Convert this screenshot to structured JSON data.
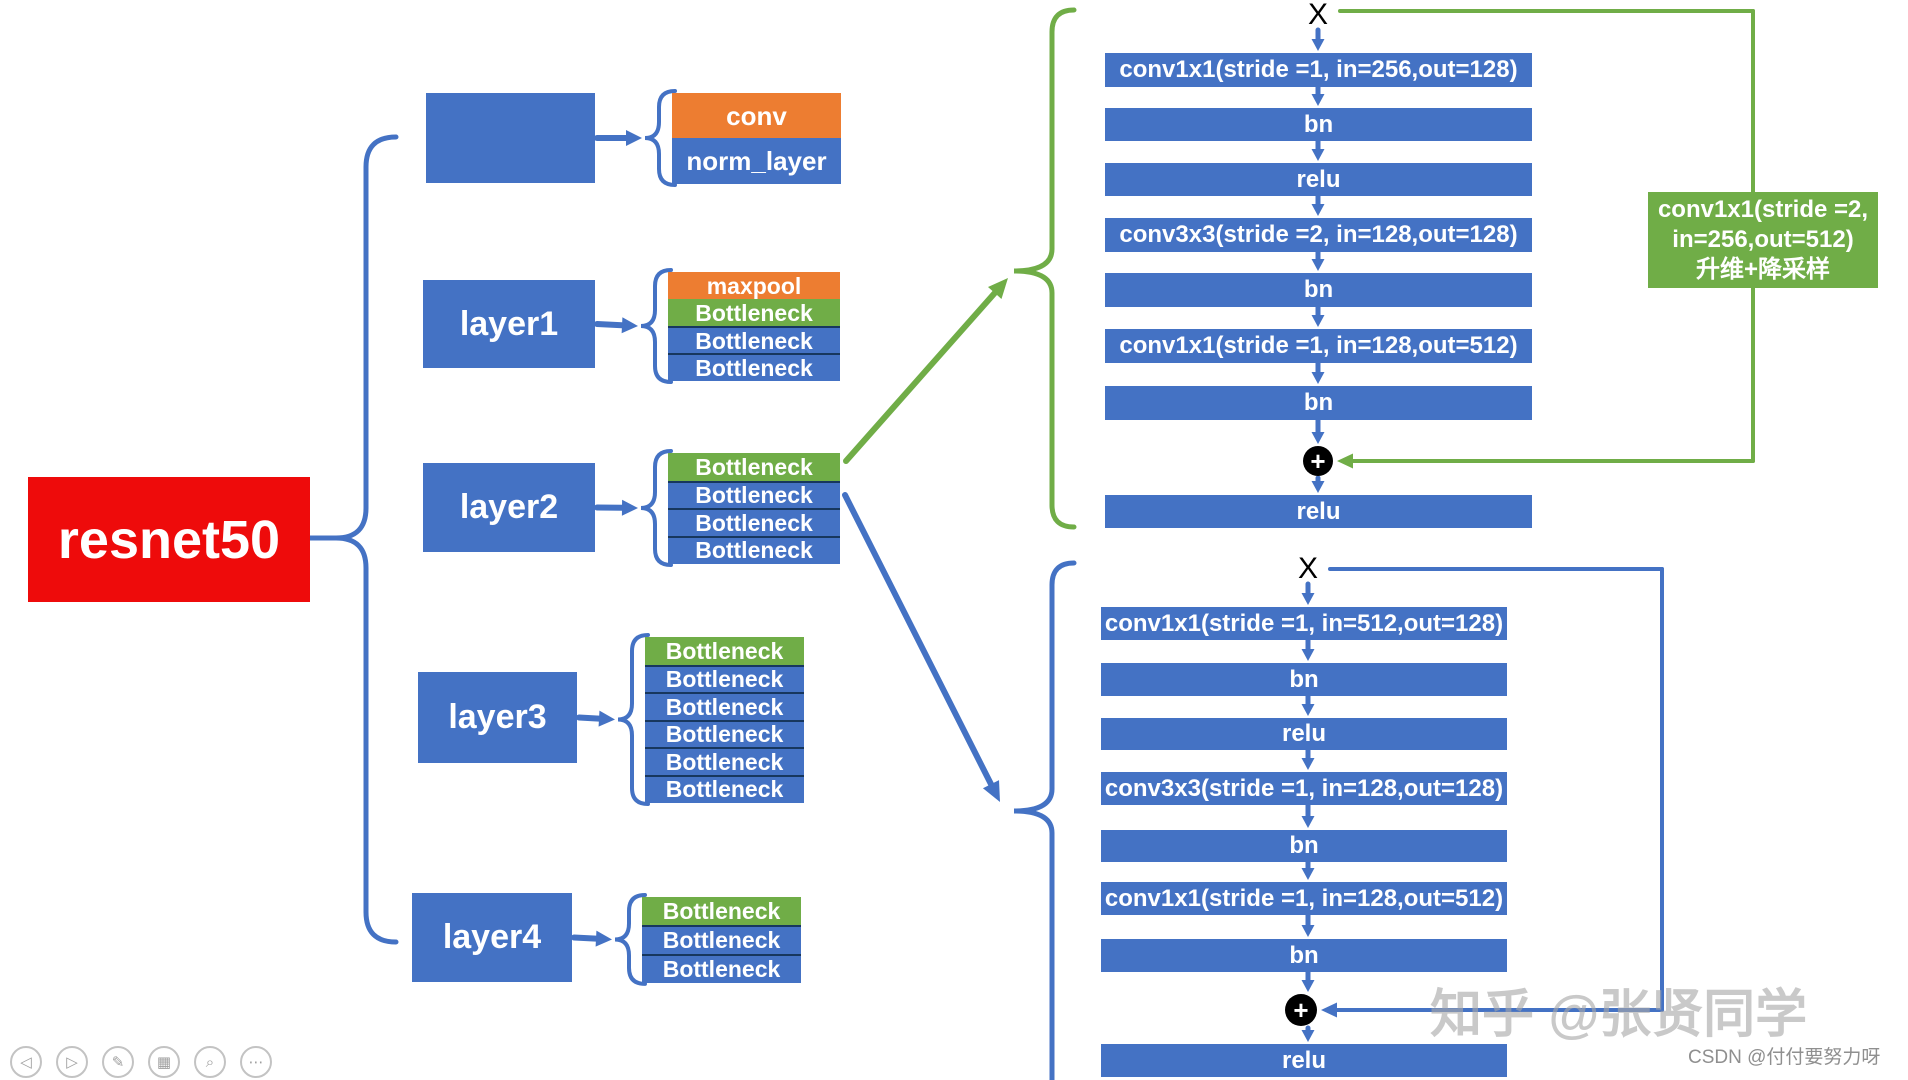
{
  "root": {
    "label": "resnet50"
  },
  "layers": [
    {
      "label": "",
      "children": [
        {
          "label": "conv",
          "color": "orange"
        },
        {
          "label": "norm_layer",
          "color": "blue"
        }
      ]
    },
    {
      "label": "layer1",
      "children": [
        {
          "label": "maxpool",
          "color": "orange"
        },
        {
          "label": "Bottleneck",
          "color": "green"
        },
        {
          "label": "Bottleneck",
          "color": "blue"
        },
        {
          "label": "Bottleneck",
          "color": "blue"
        }
      ]
    },
    {
      "label": "layer2",
      "children": [
        {
          "label": "Bottleneck",
          "color": "green"
        },
        {
          "label": "Bottleneck",
          "color": "blue"
        },
        {
          "label": "Bottleneck",
          "color": "blue"
        },
        {
          "label": "Bottleneck",
          "color": "blue"
        }
      ]
    },
    {
      "label": "layer3",
      "children": [
        {
          "label": "Bottleneck",
          "color": "green"
        },
        {
          "label": "Bottleneck",
          "color": "blue"
        },
        {
          "label": "Bottleneck",
          "color": "blue"
        },
        {
          "label": "Bottleneck",
          "color": "blue"
        },
        {
          "label": "Bottleneck",
          "color": "blue"
        },
        {
          "label": "Bottleneck",
          "color": "blue"
        }
      ]
    },
    {
      "label": "layer4",
      "children": [
        {
          "label": "Bottleneck",
          "color": "green"
        },
        {
          "label": "Bottleneck",
          "color": "blue"
        },
        {
          "label": "Bottleneck",
          "color": "blue"
        }
      ]
    }
  ],
  "downsample_block": {
    "input": "X",
    "steps": [
      "conv1x1(stride =1, in=256,out=128)",
      "bn",
      "relu",
      "conv3x3(stride =2, in=128,out=128)",
      "bn",
      "conv1x1(stride =1, in=128,out=512)",
      "bn"
    ],
    "merge": "+",
    "output": "relu",
    "shortcut": [
      "conv1x1(stride =2,",
      "in=256,out=512)",
      "升维+降采样"
    ]
  },
  "identity_block": {
    "input": "X",
    "steps": [
      "conv1x1(stride =1, in=512,out=128)",
      "bn",
      "relu",
      "conv3x3(stride =1, in=128,out=128)",
      "bn",
      "conv1x1(stride =1, in=128,out=512)",
      "bn"
    ],
    "merge": "+",
    "output": "relu"
  },
  "watermarks": {
    "zhihu": "知乎 @张贤同学",
    "csdn": "CSDN @付付要努力呀"
  },
  "toolbar": [
    {
      "name": "previous",
      "glyph": "◁"
    },
    {
      "name": "next",
      "glyph": "▷"
    },
    {
      "name": "pen",
      "glyph": "✎"
    },
    {
      "name": "slides",
      "glyph": "▦"
    },
    {
      "name": "zoom",
      "glyph": "⌕"
    },
    {
      "name": "more",
      "glyph": "⋯"
    }
  ],
  "colors": {
    "blue": "#4472C4",
    "orange": "#ED7D31",
    "green": "#70AD47",
    "red": "#EE0B0B",
    "divider": "#17375E"
  }
}
